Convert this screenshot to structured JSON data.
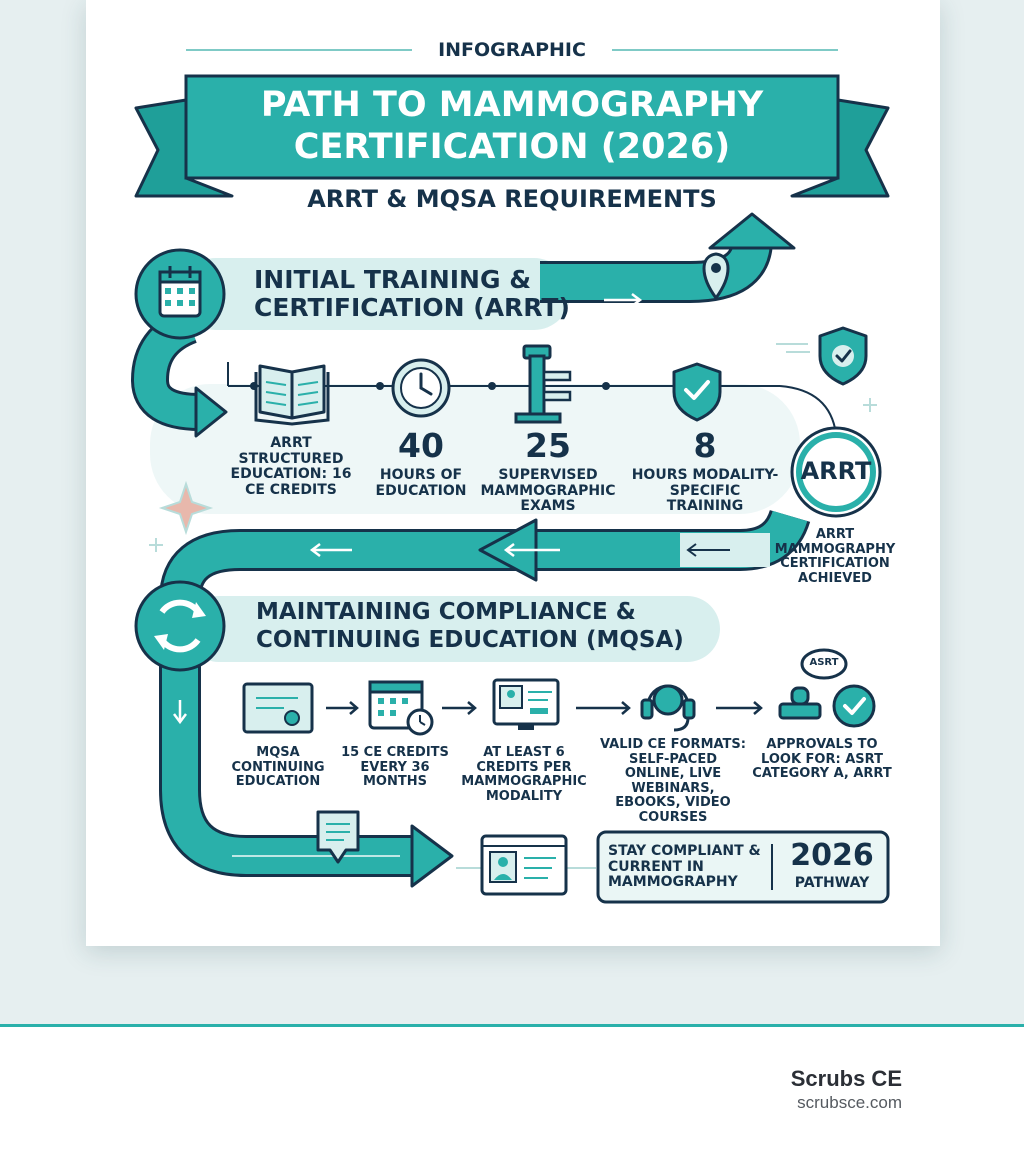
{
  "header": {
    "kicker": "INFOGRAPHIC",
    "title_line1": "PATH TO MAMMOGRAPHY",
    "title_line2": "CERTIFICATION (2026)",
    "subtitle": "ARRT & MQSA REQUIREMENTS"
  },
  "section1": {
    "heading_line1": "INITIAL TRAINING &",
    "heading_line2": "CERTIFICATION (ARRT)",
    "steps": [
      {
        "label": "ARRT STRUCTURED EDUCATION: 16 CE CREDITS"
      },
      {
        "value": "40",
        "label": "HOURS OF EDUCATION"
      },
      {
        "value": "25",
        "label": "SUPERVISED MAMMOGRAPHIC EXAMS"
      },
      {
        "value": "8",
        "label": "HOURS MODALITY-SPECIFIC TRAINING"
      }
    ],
    "badge_text": "ARRT",
    "badge_caption": "ARRT MAMMOGRAPHY CERTIFICATION ACHIEVED"
  },
  "section2": {
    "heading_line1": "MAINTAINING COMPLIANCE &",
    "heading_line2": "CONTINUING EDUCATION (MQSA)",
    "steps": [
      {
        "label": "MQSA CONTINUING EDUCATION"
      },
      {
        "label": "15 CE CREDITS EVERY 36 MONTHS"
      },
      {
        "label": "AT LEAST 6 CREDITS PER MAMMOGRAPHIC MODALITY"
      },
      {
        "label": "VALID CE FORMATS: SELF-PACED ONLINE, LIVE WEBINARS, EBOOKS, VIDEO COURSES"
      },
      {
        "label": "APPROVALS TO LOOK FOR: ASRT CATEGORY A, ARRT"
      }
    ],
    "stamp_text": "ASRT"
  },
  "closing": {
    "text": "STAY COMPLIANT & CURRENT IN MAMMOGRAPHY",
    "year": "2026",
    "year_caption": "PATHWAY"
  },
  "footer": {
    "brand": "Scrubs CE",
    "url": "scrubsce.com"
  },
  "colors": {
    "teal": "#2ab0aa",
    "dark_teal": "#1a8e89",
    "navy": "#16324a",
    "pale_teal": "#d8efee"
  }
}
